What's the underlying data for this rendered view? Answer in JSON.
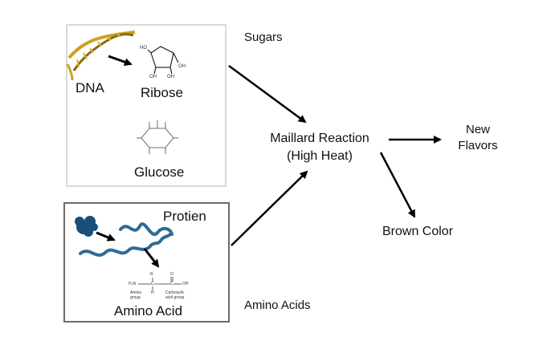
{
  "diagram": {
    "sugars_section": {
      "title": "Sugars",
      "dna_label": "DNA",
      "ribose_label": "Ribose",
      "glucose_label": "Glucose",
      "ribose_groups": [
        "HO",
        "OH",
        "OH",
        "OH"
      ]
    },
    "protein_section": {
      "title": "Amino Acids",
      "protein_label": "Protien",
      "amino_acid_label": "Amino Acid",
      "structure_labels": [
        "R",
        "H₂N",
        "C",
        "C",
        "OH",
        "O",
        "H",
        "Amino",
        "group",
        "Carboxylic",
        "acid group"
      ]
    },
    "reaction": {
      "line1": "Maillard Reaction",
      "line2": "(High Heat)"
    },
    "outputs": {
      "flavors_line1": "New",
      "flavors_line2": "Flavors",
      "color": "Brown Color"
    }
  }
}
